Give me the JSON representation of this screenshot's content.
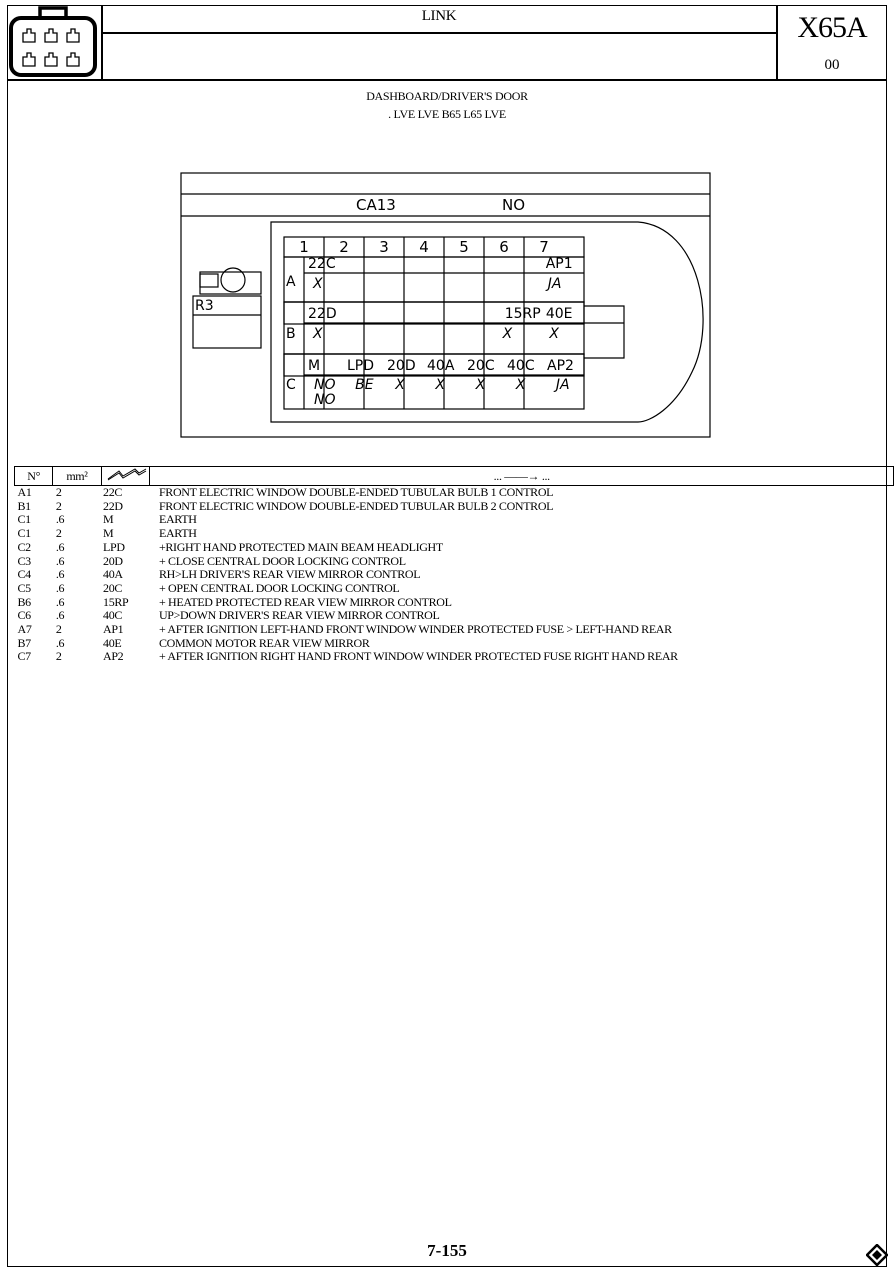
{
  "header": {
    "title": "LINK",
    "code": "X65A",
    "revision": "00"
  },
  "subtitle": {
    "line1": "DASHBOARD/DRIVER'S DOOR",
    "line2": ". LVE    LVE    B65 L65 LVE"
  },
  "connector": {
    "id": "CA13",
    "colour_code": "NO",
    "ref": "R3",
    "columns": [
      "1",
      "2",
      "3",
      "4",
      "5",
      "6",
      "7"
    ],
    "rows": [
      {
        "label": "A",
        "cells": [
          "22C",
          "",
          "",
          "",
          "",
          "",
          "AP1"
        ],
        "sub": [
          "X",
          "",
          "",
          "",
          "",
          "",
          "JA"
        ]
      },
      {
        "label": "B",
        "cells": [
          "22D",
          "",
          "",
          "",
          "",
          "15RP",
          "40E"
        ],
        "sub": [
          "X",
          "",
          "",
          "",
          "",
          "X",
          "X"
        ]
      },
      {
        "label": "C",
        "cells": [
          "M",
          "LPD",
          "20D",
          "40A",
          "20C",
          "40C",
          "AP2"
        ],
        "sub": [
          "NO",
          "BE",
          "X",
          "X",
          "X",
          "X",
          "JA"
        ],
        "sub2": [
          "NO",
          "",
          "",
          "",
          "",
          "",
          ""
        ]
      }
    ]
  },
  "table": {
    "headers": {
      "no": "N°",
      "mm": "mm²",
      "desc": "...  ——→  ..."
    },
    "rows": [
      [
        "A1",
        "2",
        "22C",
        "FRONT ELECTRIC WINDOW DOUBLE-ENDED TUBULAR BULB 1 CONTROL"
      ],
      [
        "B1",
        "2",
        "22D",
        "FRONT ELECTRIC WINDOW DOUBLE-ENDED TUBULAR BULB 2 CONTROL"
      ],
      [
        "C1",
        ".6",
        "M",
        "EARTH"
      ],
      [
        "C1",
        "2",
        "M",
        "EARTH"
      ],
      [
        "C2",
        ".6",
        "LPD",
        "+RIGHT HAND PROTECTED MAIN BEAM HEADLIGHT"
      ],
      [
        "C3",
        ".6",
        "20D",
        "+ CLOSE CENTRAL DOOR LOCKING CONTROL"
      ],
      [
        "C4",
        ".6",
        "40A",
        "RH>LH DRIVER'S REAR VIEW MIRROR CONTROL"
      ],
      [
        "C5",
        ".6",
        "20C",
        "+ OPEN CENTRAL DOOR LOCKING CONTROL"
      ],
      [
        "B6",
        ".6",
        "15RP",
        "+ HEATED PROTECTED REAR VIEW MIRROR CONTROL"
      ],
      [
        "C6",
        ".6",
        "40C",
        "UP>DOWN DRIVER'S REAR VIEW MIRROR CONTROL"
      ],
      [
        "A7",
        "2",
        "AP1",
        "+ AFTER IGNITION LEFT-HAND FRONT WINDOW WINDER PROTECTED FUSE > LEFT-HAND REAR"
      ],
      [
        "B7",
        ".6",
        "40E",
        "COMMON MOTOR REAR VIEW MIRROR"
      ],
      [
        "C7",
        "2",
        "AP2",
        "+ AFTER IGNITION RIGHT HAND FRONT WINDOW WINDER PROTECTED FUSE RIGHT HAND REAR"
      ]
    ]
  },
  "footer": {
    "page": "7-155"
  },
  "icons": {
    "connector": "connector-shape-icon",
    "wire": "wire-zigzag-icon",
    "logo": "diamond-logo-icon"
  }
}
